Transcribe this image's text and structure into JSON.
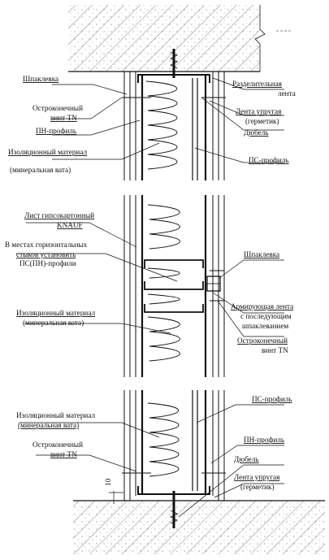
{
  "labels": {
    "shpaklevka_top": "Шпаклевка",
    "vint_top_1": "Остроконечный",
    "vint_top_2": "винт TN",
    "pn_top": "ПН-профиль",
    "izol_top_1": "Изоляционный материал",
    "izol_top_2": "(минеральная вата)",
    "razd_1": "Разделительная",
    "razd_2": "лента",
    "lenta_top_1": "Лента упругая",
    "lenta_top_2": "(герметик)",
    "dubel_top": "Дюбель",
    "ps_top": "ПС-профиль",
    "list_1": "Лист гипсокартонный",
    "list_2": "KNAUF",
    "gor_1": "В местах горизонтальных",
    "gor_2": "стыков установить",
    "gor_3": "ПС(ПН)-профили",
    "shpaklevka_mid": "Шпаклевка",
    "izol_mid_1": "Изоляционный материал",
    "izol_mid_2": "(минеральная вата)",
    "arm_1": "Армирующая лента",
    "arm_2": "с последующим",
    "arm_3": "шпаклеванием",
    "vint_mid_1": "Остроконечный",
    "vint_mid_2": "винт TN",
    "izol_bot_1": "Изоляционный материал",
    "izol_bot_2": "(минеральная вата)",
    "ps_bot": "ПС-профиль",
    "vint_bot_1": "Остроконечный",
    "vint_bot_2": "винт TN",
    "pn_bot": "ПН-профиль",
    "dubel_bot": "Дюбель",
    "lenta_bot_1": "Лента упругая",
    "lenta_bot_2": "(герметик)",
    "dim_10": "10"
  }
}
